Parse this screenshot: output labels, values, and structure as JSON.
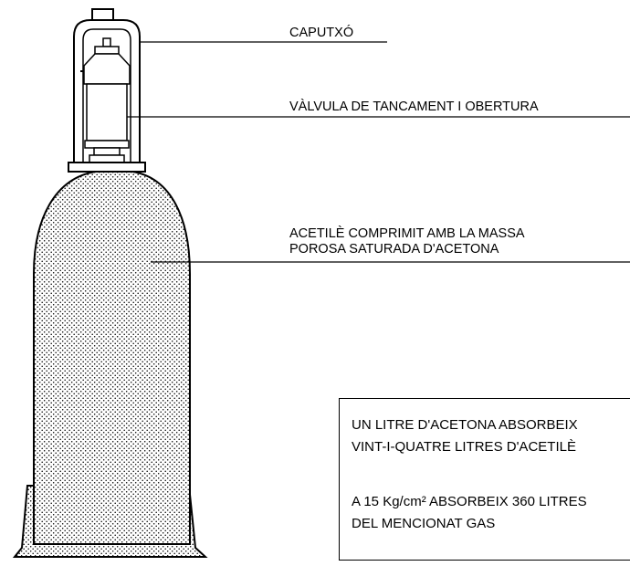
{
  "labels": {
    "cap": "CAPUTXÓ",
    "valve": "VÀLVULA DE TANCAMENT I OBERTURA",
    "acetylene_line1": "ACETILÈ COMPRIMIT AMB LA MASSA",
    "acetylene_line2": "POROSA SATURADA D'ACETONA"
  },
  "info_box": {
    "line1": "UN LITRE D'ACETONA ABSORBEIX",
    "line2": "VINT-I-QUATRE LITRES D'ACETILÈ",
    "line3": "A 15 Kg/cm² ABSORBEIX 360 LITRES",
    "line4": "DEL MENCIONAT GAS"
  }
}
